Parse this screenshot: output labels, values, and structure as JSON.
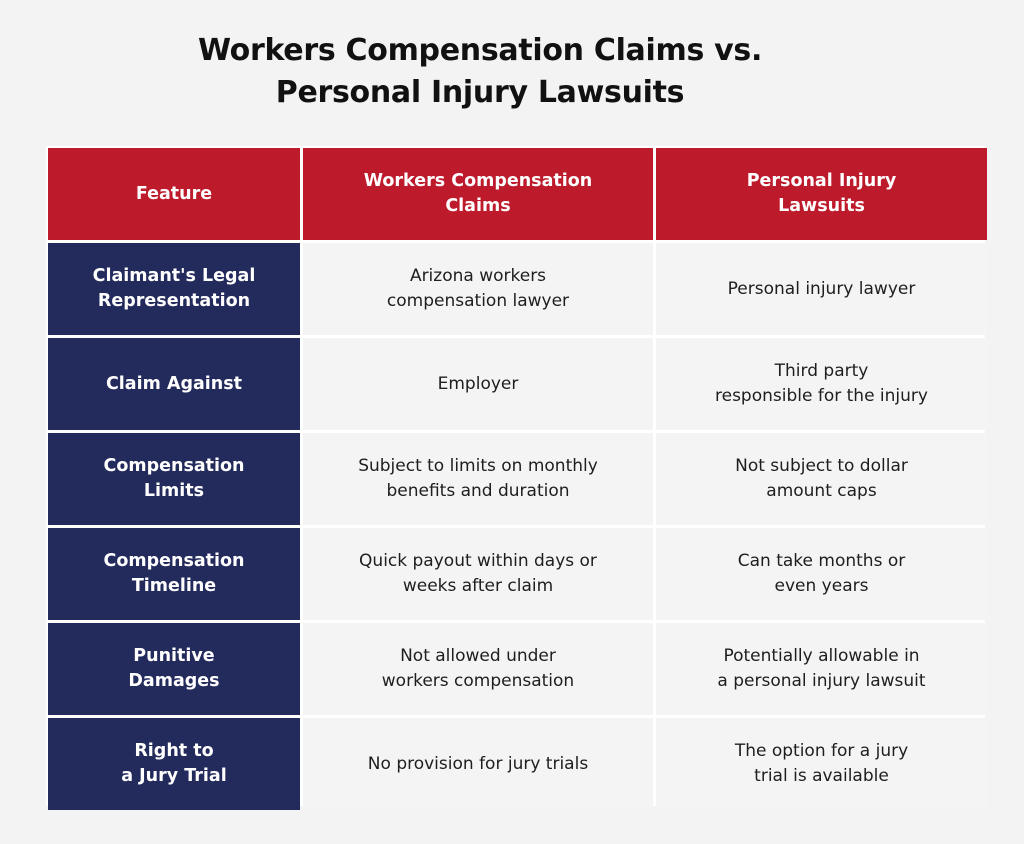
{
  "title": {
    "line1": "Workers Compensation Claims vs.",
    "line2": "Personal Injury Lawsuits"
  },
  "colors": {
    "header_bg": "#bd1a2b",
    "feature_bg": "#232a5c",
    "cell_bg": "#f4f4f4",
    "page_bg": "#f3f3f3",
    "border": "#ffffff"
  },
  "table": {
    "headers": [
      "Feature",
      "Workers Compensation\nClaims",
      "Personal Injury\nLawsuits"
    ],
    "rows": [
      {
        "feature": "Claimant's Legal\nRepresentation",
        "workers_comp": "Arizona workers\ncompensation lawyer",
        "personal_injury": "Personal injury lawyer"
      },
      {
        "feature": "Claim Against",
        "workers_comp": "Employer",
        "personal_injury": "Third party\nresponsible for the injury"
      },
      {
        "feature": "Compensation\nLimits",
        "workers_comp": "Subject to limits on monthly\nbenefits and duration",
        "personal_injury": "Not subject to dollar\namount caps"
      },
      {
        "feature": "Compensation\nTimeline",
        "workers_comp": "Quick payout within days or\nweeks after claim",
        "personal_injury": "Can take months or\neven years"
      },
      {
        "feature": "Punitive\nDamages",
        "workers_comp": "Not allowed under\nworkers compensation",
        "personal_injury": "Potentially allowable in\na personal injury lawsuit"
      },
      {
        "feature": "Right to\na Jury Trial",
        "workers_comp": "No provision for jury trials",
        "personal_injury": "The option for a jury\ntrial is available"
      }
    ]
  }
}
